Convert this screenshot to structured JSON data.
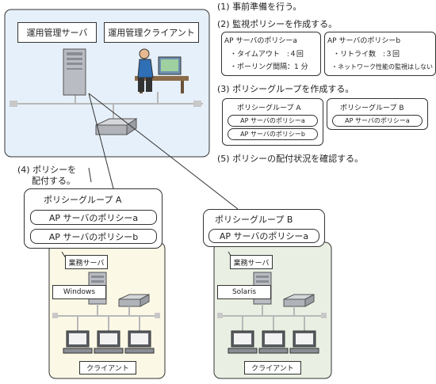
{
  "admin_panel": {
    "server_label": "運用管理サーバ",
    "client_label": "運用管理クライアント"
  },
  "steps": {
    "step1": "(1) 事前準備を行う。",
    "step2": "(2) 監視ポリシーを作成する。",
    "step3": "(3) ポリシーグループを作成する。",
    "step4_line1": "(4) ポリシーを",
    "step4_line2": "配付する。",
    "step5": "(5) ポリシーの配付状況を確認する。"
  },
  "policy_a": {
    "title": "AP サーバのポリシーa",
    "line1": "・タイムアウト　:４回",
    "line2": "・ポーリング間隔：1 分"
  },
  "policy_b": {
    "title": "AP サーバのポリシーb",
    "line1": "・リトライ数　:３回",
    "line2": "・ネットワーク性能の監視はしない"
  },
  "group_small": {
    "a_title": "ポリシーグループ A",
    "a_item1": "AP サーバのポリシーa",
    "a_item2": "AP サーバのポリシーb",
    "b_title": "ポリシーグループ B",
    "b_item1": "AP サーバのポリシーa"
  },
  "group_large_a": {
    "title": "ポリシーグループ A",
    "item1": "AP サーバのポリシーa",
    "item2": "AP サーバのポリシーb"
  },
  "group_large_b": {
    "title": "ポリシーグループ B",
    "item1": "AP サーバのポリシーa"
  },
  "site_windows": {
    "server_label": "業務サーバ",
    "os_label": "Windows",
    "client_label": "クライアント"
  },
  "site_solaris": {
    "server_label": "業務サーバ",
    "os_label": "Solaris",
    "client_label": "クライアント"
  },
  "colors": {
    "admin_bg": "#e6f0fa",
    "windows_bg": "#fbf8e6",
    "solaris_bg": "#e9f0e3",
    "line": "#b8b8b8"
  }
}
